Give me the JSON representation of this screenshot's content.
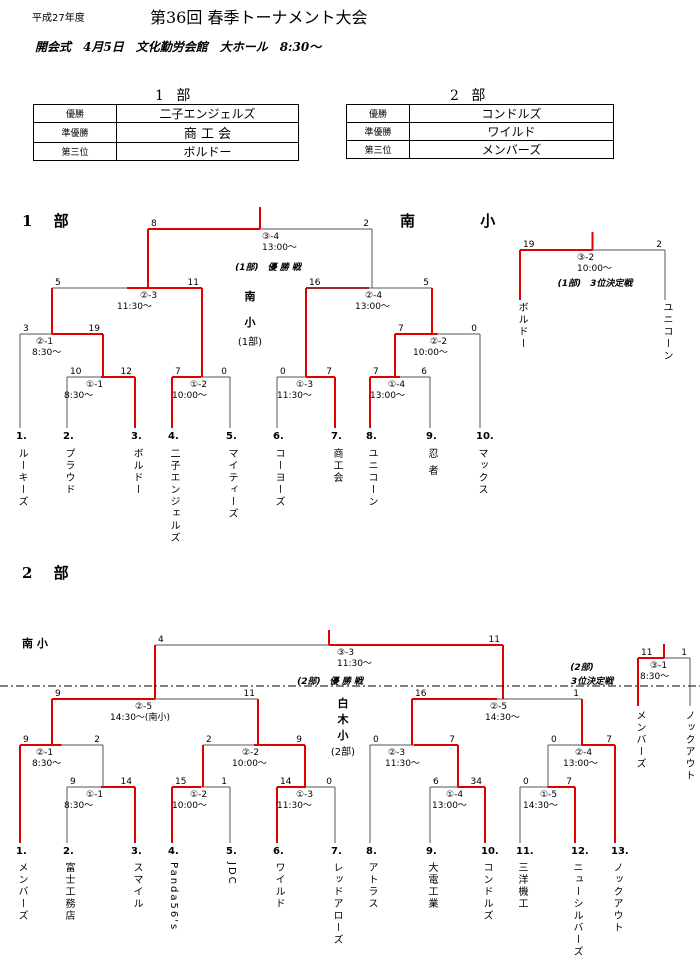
{
  "header": {
    "era": "平成27年度",
    "title": "第36回 春季トーナメント大会",
    "opening": "開会式　4月5日　文化勤労会館　大ホール　8:30～"
  },
  "results": [
    {
      "division": "1 部",
      "rows": [
        {
          "rank": "優勝",
          "team": "二子エンジェルズ"
        },
        {
          "rank": "準優勝",
          "team": "商 工 会"
        },
        {
          "rank": "第三位",
          "team": "ボルドー"
        }
      ]
    },
    {
      "division": "2 部",
      "rows": [
        {
          "rank": "優勝",
          "team": "コンドルズ"
        },
        {
          "rank": "準優勝",
          "team": "ワイルド"
        },
        {
          "rank": "第三位",
          "team": "メンバーズ"
        }
      ]
    }
  ],
  "section1": {
    "label": "1 部",
    "venue": "南 小",
    "center_label": [
      "南",
      "小",
      "(1部)"
    ],
    "teams": [
      {
        "no": "1.",
        "name": "ルーキーズ"
      },
      {
        "no": "2.",
        "name": "プラウド"
      },
      {
        "no": "3.",
        "name": "ボルドー"
      },
      {
        "no": "4.",
        "name": "二子エンジェルズ"
      },
      {
        "no": "5.",
        "name": "マイティーズ"
      },
      {
        "no": "6.",
        "name": "コーヨーズ"
      },
      {
        "no": "7.",
        "name": "商工会"
      },
      {
        "no": "8.",
        "name": "ユニコーン"
      },
      {
        "no": "9.",
        "name": "忍 者"
      },
      {
        "no": "10.",
        "name": "マックス"
      }
    ],
    "games": {
      "g11": {
        "id": "①-1",
        "time": "8:30～",
        "scores": [
          "10",
          "12"
        ]
      },
      "g12": {
        "id": "①-2",
        "time": "10:00～",
        "scores": [
          "7",
          "0"
        ]
      },
      "g13": {
        "id": "①-3",
        "time": "11:30～",
        "scores": [
          "0",
          "7"
        ]
      },
      "g14": {
        "id": "①-4",
        "time": "13:00～",
        "scores": [
          "7",
          "6"
        ]
      },
      "g21": {
        "id": "②-1",
        "time": "8:30～",
        "scores": [
          "3",
          "19"
        ]
      },
      "g22": {
        "id": "②-2",
        "time": "10:00～",
        "scores": [
          "7",
          "0"
        ]
      },
      "g23": {
        "id": "②-3",
        "time": "11:30～",
        "scores": [
          "5",
          "11"
        ]
      },
      "g24": {
        "id": "②-4",
        "time": "13:00～",
        "scores": [
          "16",
          "5"
        ]
      },
      "g34": {
        "id": "③-4",
        "time": "13:00～",
        "scores": [
          "8",
          "2"
        ]
      },
      "g32": {
        "id": "③-2",
        "time": "10:00～",
        "scores": [
          "19",
          "2"
        ]
      }
    },
    "final_label": "(1部)　優 勝 戦",
    "third_label": "(1部)　3位決定戦",
    "third_teams": [
      "ボルドー",
      "ユニコーン"
    ]
  },
  "section2": {
    "label": "2 部",
    "venue": "南 小",
    "center_label": [
      "白",
      "木",
      "小",
      "(2部)"
    ],
    "teams": [
      {
        "no": "1.",
        "name": "メンバーズ"
      },
      {
        "no": "2.",
        "name": "富士工務店"
      },
      {
        "no": "3.",
        "name": "スマイル"
      },
      {
        "no": "4.",
        "name": "Panda56's"
      },
      {
        "no": "5.",
        "name": "JDC"
      },
      {
        "no": "6.",
        "name": "ワイルド"
      },
      {
        "no": "7.",
        "name": "レッドアローズ"
      },
      {
        "no": "8.",
        "name": "アトラス"
      },
      {
        "no": "9.",
        "name": "大電工業"
      },
      {
        "no": "10.",
        "name": "コンドルズ"
      },
      {
        "no": "11.",
        "name": "三洋機工"
      },
      {
        "no": "12.",
        "name": "ニューシルバーズ"
      },
      {
        "no": "13.",
        "name": "ノックアウト"
      }
    ],
    "games": {
      "g11": {
        "id": "①-1",
        "time": "8:30～",
        "scores": [
          "9",
          "14"
        ]
      },
      "g12": {
        "id": "①-2",
        "time": "10:00～",
        "scores": [
          "15",
          "1"
        ]
      },
      "g13": {
        "id": "①-3",
        "time": "11:30～",
        "scores": [
          "14",
          "0"
        ]
      },
      "g14": {
        "id": "①-4",
        "time": "13:00～",
        "scores": [
          "6",
          "34"
        ]
      },
      "g15": {
        "id": "①-5",
        "time": "14:30～",
        "scores": [
          "0",
          "7"
        ]
      },
      "g21": {
        "id": "②-1",
        "time": "8:30～",
        "scores": [
          "9",
          "2"
        ]
      },
      "g22": {
        "id": "②-2",
        "time": "10:00～",
        "scores": [
          "2",
          "9"
        ]
      },
      "g23": {
        "id": "②-3",
        "time": "11:30～",
        "scores": [
          "0",
          "7"
        ]
      },
      "g24": {
        "id": "②-4",
        "time": "13:00～",
        "scores": [
          "0",
          "7"
        ]
      },
      "g25": {
        "id": "②-5",
        "time": "14:30～",
        "scores": [
          "16",
          "1"
        ]
      },
      "g2x": {
        "id": "②-5",
        "time": "14:30～(南小)",
        "scores": [
          "9",
          "11"
        ]
      },
      "g33": {
        "id": "③-3",
        "time": "11:30～",
        "scores": [
          "4",
          "11"
        ]
      },
      "g31": {
        "id": "③-1",
        "time": "8:30～",
        "scores": [
          "11",
          "1"
        ]
      }
    },
    "final_label": "(2部)　優 勝 戦",
    "third_label_1": "(2部)",
    "third_label_2": "3位決定戦",
    "third_teams": [
      "メンバーズ",
      "ノックアウト"
    ]
  }
}
